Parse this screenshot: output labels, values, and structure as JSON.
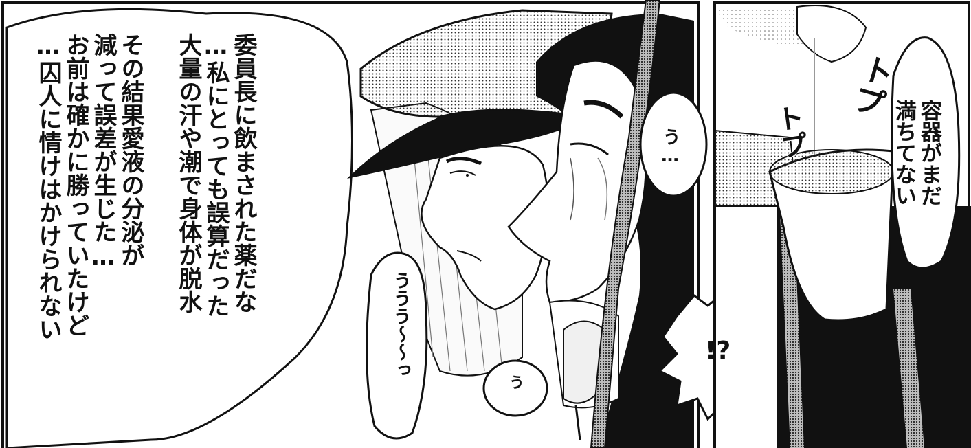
{
  "left_panel": {
    "main_bubble_lines": [
      "委員長に飲まされた薬だな",
      "…私にとっても誤算だった",
      "大量の汗や潮で身体が脱水",
      "その結果愛液の分泌が",
      "減って誤差が生じた…",
      "お前は確かに勝っていたけど",
      "…囚人に情けはかけられない"
    ],
    "small_bubble_1": "う…",
    "small_bubble_2": "ううう〜〜っ",
    "small_bubble_3": "う",
    "exclaim_bubble": "!?"
  },
  "right_panel": {
    "bubble_lines": [
      "容器がまだ",
      "満ちてない"
    ],
    "sfx_1": "トプ",
    "sfx_2": "トプ"
  }
}
